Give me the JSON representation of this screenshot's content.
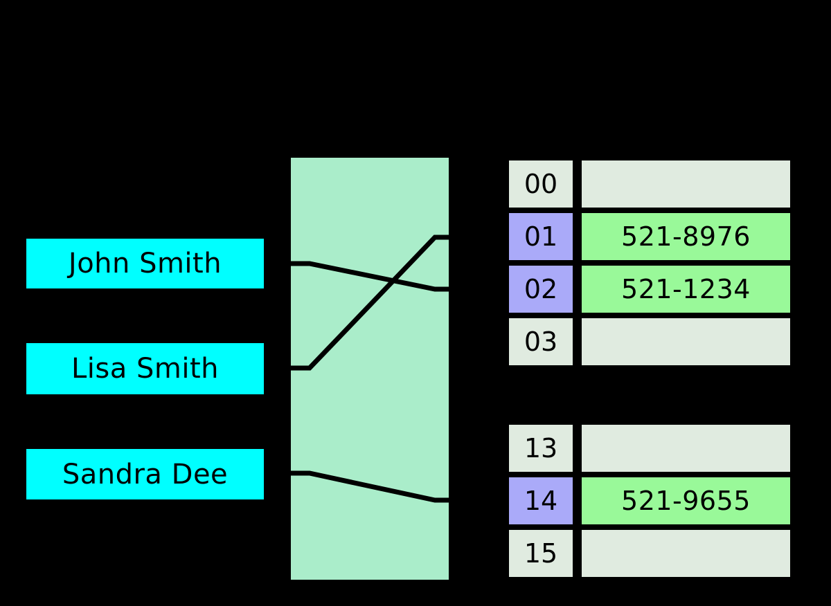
{
  "diagram": {
    "title": "hash-table-diagram",
    "colors": {
      "background": "#000000",
      "key_box": "#00ffff",
      "hash_function_box": "#aaedca",
      "bucket_empty": "#e0ebe0",
      "bucket_index_filled": "#aaaaf9",
      "bucket_value_filled": "#99f999",
      "line": "#000000"
    }
  },
  "keys": [
    {
      "id": "john",
      "label": "John Smith"
    },
    {
      "id": "lisa",
      "label": "Lisa Smith"
    },
    {
      "id": "sandra",
      "label": "Sandra Dee"
    }
  ],
  "hash_function": {
    "label": "",
    "mappings": [
      {
        "key": "John Smith",
        "bucket": "02"
      },
      {
        "key": "Lisa Smith",
        "bucket": "01"
      },
      {
        "key": "Sandra Dee",
        "bucket": "14"
      }
    ]
  },
  "tables": [
    {
      "id": "upper",
      "rows": [
        {
          "index": "00",
          "value": "",
          "filled": false
        },
        {
          "index": "01",
          "value": "521-8976",
          "filled": true
        },
        {
          "index": "02",
          "value": "521-1234",
          "filled": true
        },
        {
          "index": "03",
          "value": "",
          "filled": false
        }
      ]
    },
    {
      "id": "lower",
      "rows": [
        {
          "index": "13",
          "value": "",
          "filled": false
        },
        {
          "index": "14",
          "value": "521-9655",
          "filled": true
        },
        {
          "index": "15",
          "value": "",
          "filled": false
        }
      ]
    }
  ]
}
